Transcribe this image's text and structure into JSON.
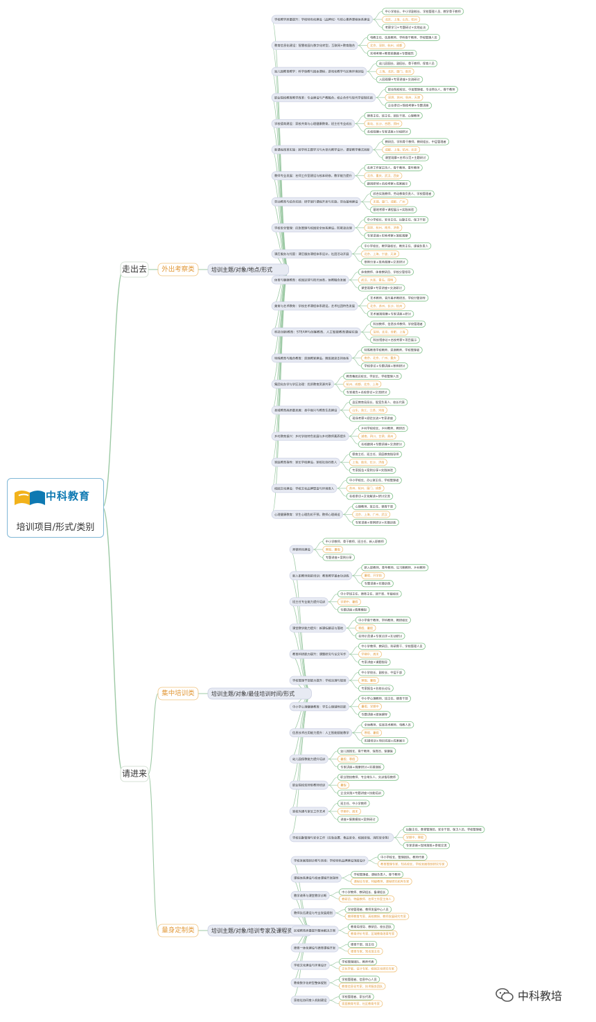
{
  "root": {
    "brand": "中科教育",
    "subtitle": "培训项目/形式/类别",
    "logo_color": "#0e79b2",
    "logo_accent": "#f2b21b"
  },
  "watermark": {
    "text": "中科教培",
    "icon": "wechat-icon"
  },
  "colors": {
    "line": "#9cc9a4",
    "topic_fill": "#e7eaf3",
    "l2_stroke": "#f0c27b",
    "detail_stroke": "#7cbf86",
    "branch_text": "#e29a3b"
  },
  "main_branches": [
    {
      "label": "走出去",
      "category": "外出考察类",
      "subtitle": "培训主题/对象/地点/形式",
      "topics": [
        {
          "t": "学校教学质量提升：学校特色化建设（品牌化）与核心素养课程体系建设",
          "d": [
            "中小学校长、中小学副校长、学校管理人员、教学骨干教师",
            "北京、上海、山东、杭州",
            "考察学习+专题研讨+实地走访"
          ]
        },
        {
          "t": "教育信息化建设：智慧校园与数字化转型，互联网+教育融合",
          "d": [
            "电教主任、信息教师、学科骨干教师、学校管理人员",
            "北京、深圳、杭州、成都",
            "实地考察+教育装备展+专题报告"
          ]
        },
        {
          "t": "幼儿园教育教学：科学保教与园本课程，游戏化教学与区角环境创设",
          "d": [
            "幼儿园园长、副园长、骨干教师、保育人员",
            "上海、北京、厦门、南京",
            "入园观摩+专家讲座+交流研讨"
          ]
        },
        {
          "t": "职业院校教育教学改革：专业建设与产教融合，校企合作与现代学徒制实践",
          "d": [
            "职业院校校长、中层管理者、专业带头人、骨干教师",
            "深圳、苏州、杭州、天津",
            "企业参访+院校考察+专题讲座"
          ]
        },
        {
          "t": "学校德育建设：家校共育与心理健康教育，班主任专业成长",
          "d": [
            "德育主任、班主任、团队干部、心理教师",
            "青岛、长沙、合肥、郑州",
            "名校观摩+专家讲座+分组研讨"
          ]
        },
        {
          "t": "新课程改革实施：跨学科主题学习与大单元教学设计，课堂教学模式创新",
          "d": [
            "教研员、学科骨干教师、教研组长、中层管理者",
            "成都、上海、杭州、北京",
            "课堂观摩+名师示范+主题研讨"
          ]
        },
        {
          "t": "教师专业发展：名师工作室建设与校本研修，教学能力提升",
          "d": [
            "名师工作室主持人、骨干教师、青年教师",
            "北京、重庆、武汉、西安",
            "跟岗研修+名校考察+成果展示"
          ]
        },
        {
          "t": "劳动教育与综合实践：研学旅行课程开发与实施，劳动基地建设",
          "d": [
            "综合实践教师、劳动教育负责人、学校管理者",
            "无锡、厦门、成都、广州",
            "基地考察+课程展示+实践体验"
          ]
        },
        {
          "t": "学校安全管理：应急管理与校园安全体系建设，防欺凌治理",
          "d": [
            "中小学校长、安全主任、后勤主任、保卫干部",
            "深圳、杭州、南京、济南",
            "专家讲座+实地考察+演练观摩"
          ]
        },
        {
          "t": "课后服务与托管：课后服务课程体系设计，社团活动开展",
          "d": [
            "中小学校长、教学副校长、教务主任、课程负责人",
            "北京、上海、宁波、天津",
            "案例分享+现场观摩+交流研讨"
          ]
        },
        {
          "t": "体育与健康教育：校园足球与阳光体育，体教融合发展",
          "d": [
            "体育教师、体育教研员、学校分管领导",
            "武汉、大连、青岛、昆明",
            "课堂观摩+专家讲座+交流研讨"
          ]
        },
        {
          "t": "美育与艺术教育：学校艺术课程体系建设，艺术社团特色发展",
          "d": [
            "艺术教师、音乐美术教研员、学校分管领导",
            "北京、苏州、长沙、杭州",
            "艺术展演观摩+专家讲座+研讨"
          ]
        },
        {
          "t": "科技创新教育：STEAM与创客教育、人工智能教育课程实施",
          "d": [
            "科技教师、信息技术教师、学校管理者",
            "深圳、北京、合肥、上海",
            "科技馆参访+名校考察+项目展示"
          ]
        },
        {
          "t": "特殊教育与融合教育：资源教室建设，随班就读支持体系",
          "d": [
            "特殊教育学校教师、资源教师、学校管理者",
            "南京、北京、广州、重庆",
            "学校参访+专题讲座+案例研讨"
          ]
        },
        {
          "t": "集团化办学与学区治理：优质教育资源共享",
          "d": [
            "教育集团总校长、学区长、学校管理人员",
            "杭州、成都、北京、上海",
            "专家报告+名校参访+交流研讨"
          ]
        },
        {
          "t": "县域教育高质量发展：县中振兴与教育生态建设",
          "d": [
            "县区教育局局长、股室负责人、校长代表",
            "山东、浙江、江苏、河南",
            "现场考察+经验交流+专家讲座"
          ]
        },
        {
          "t": "乡村教育振兴：乡村学校特色发展与乡村教师素养提升",
          "d": [
            "乡村学校校长、乡村教师、教研员",
            "湖南、四川、甘肃、贵州",
            "名校跟岗+专题讲座+交流研讨"
          ]
        },
        {
          "t": "家庭教育指导：家长学校建设，家校社协同育人",
          "d": [
            "德育主任、班主任、家庭教育指导师",
            "上海、南京、长沙、济南",
            "专家报告+案例分享+实践体验"
          ]
        },
        {
          "t": "校园文化建设：学校文化品牌塑造与环境育人",
          "d": [
            "中小学校长、办公室主任、学校管理者",
            "苏州、杭州、厦门、成都",
            "名校参访+文化解读+研讨交流"
          ]
        },
        {
          "t": "心理健康教育：学生心理危机干预，教师心理调适",
          "d": [
            "心理教师、班主任、德育干部",
            "北京、上海、广州、武汉",
            "专家讲座+案例研讨+实操训练"
          ]
        }
      ]
    },
    {
      "label": "请进来",
      "category": "集中培训类",
      "subtitle": "培训主题/对象/最佳培训时间/形式",
      "topics": [
        {
          "t": "师德师风建设",
          "d": [
            "中小学教师、骨干教师、班主任、新入职教师",
            "寒假、暑假",
            "专题讲座+案例分享"
          ]
        },
        {
          "t": "新入职教师岗前培训：教育教学基本功训练",
          "d": [
            "新入职教师、青年教师、见习期教师、乡村教师",
            "暑假、开学前",
            "专题讲座+实操训练"
          ]
        },
        {
          "t": "班主任专业能力提升培训",
          "d": [
            "中小学班主任、德育主任、团干部、年级组长",
            "学期中、暑假",
            "专题讲座+情景模拟"
          ]
        },
        {
          "t": "课堂教学能力提升：新课标解读与落地",
          "d": [
            "中小学骨干教师、学科教师、教研组长",
            "寒假、暑假",
            "名师示范课+专家点评+互动研讨"
          ]
        },
        {
          "t": "教育科研能力提升：课题研究与论文写作",
          "d": [
            "中小学教师、教研员、科研骨干、学校管理人员",
            "学期中、周末",
            "专家讲座+课题指导"
          ]
        },
        {
          "t": "学校管理干部能力提升：学校治理与规划",
          "d": [
            "中小学校长、副校长、中层干部",
            "寒假、暑假",
            "专家报告+名校长论坛"
          ]
        },
        {
          "t": "中小学心理健康教育：学生心理辅导技能",
          "d": [
            "中小学心理教师、班主任、德育干部",
            "暑假、学期中",
            "专题讲座+团体辅导"
          ]
        },
        {
          "t": "信息技术应用能力提升：人工智能赋能教学",
          "d": [
            "全体教师、信息技术教师、电教人员",
            "寒假、暑假",
            "实操培训+项目实践+成果展示"
          ]
        },
        {
          "t": "幼儿园保教能力提升培训",
          "d": [
            "幼儿园园长、骨干教师、保育员、保健医",
            "暑假、寒假",
            "专家讲座+观摩研讨+实操演练"
          ]
        },
        {
          "t": "职业院校双师型教师培训",
          "d": [
            "职业院校教师、专业带头人、实训指导教师",
            "暑假",
            "企业实践+专题讲座+技能培训"
          ]
        },
        {
          "t": "家校沟通与家长工作艺术",
          "d": [
            "班主任、中小学教师",
            "学期中、周末",
            "讲座+情景模拟+案例研讨"
          ]
        },
        {
          "t": "学校后勤管理与安全工作（应急处置、食品安全、校园安保、消防安全等）",
          "d": [
            "后勤主任、食堂管理员、安全干部、保卫人员、学校管理者",
            "学期中、寒假",
            "专家讲座+现场演练+参观交流"
          ]
        }
      ]
    },
    {
      "label": "",
      "category": "量身定制类",
      "subtitle": "培训主题/对象/培训专家及课程资源",
      "topics": [
        {
          "t": "学校发展规划诊断与咨询：学校特色品牌建设顶层设计",
          "d": [
            "中小学校长、管理团队、教师代表",
            "教育管理专家、知名校长、学校发展规划研究专家"
          ]
        },
        {
          "t": "课程体系建设与校本课程开发指导",
          "d": [
            "学校管理者、课程负责人、骨干教师",
            "课程论专家、特级教师、课程研究机构专家"
          ]
        },
        {
          "t": "教学改革与课堂教学诊断",
          "d": [
            "中小学教师、教研组长、备课组长",
            "教研员、特级教师、名师工作室主持人"
          ]
        },
        {
          "t": "教师队伍建设与专业发展规划",
          "d": [
            "学校管理者、教师发展中心人员",
            "教师教育专家、高校教授、教师发展研究专家"
          ]
        },
        {
          "t": "区域教育质量提升整体解决方案",
          "d": [
            "教育局领导、教研员、校长团队",
            "教育评价专家、区域教育改革专家"
          ]
        },
        {
          "t": "德育一体化建设与德育课程开发",
          "d": [
            "德育干部、班主任",
            "德育专家、知名班主任"
          ]
        },
        {
          "t": "学校文化建设与环境设计",
          "d": [
            "学校管理团队、教师代表",
            "文化学者、设计专家、校园文化研究专家"
          ]
        },
        {
          "t": "教育数字化转型整体规划",
          "d": [
            "学校管理者、信息中心人员",
            "教育信息化专家、技术服务团队"
          ]
        },
        {
          "t": "家校社协同育人机制建设",
          "d": [
            "学校管理者、家长代表",
            "家庭教育专家、社区教育专家"
          ]
        }
      ]
    }
  ]
}
